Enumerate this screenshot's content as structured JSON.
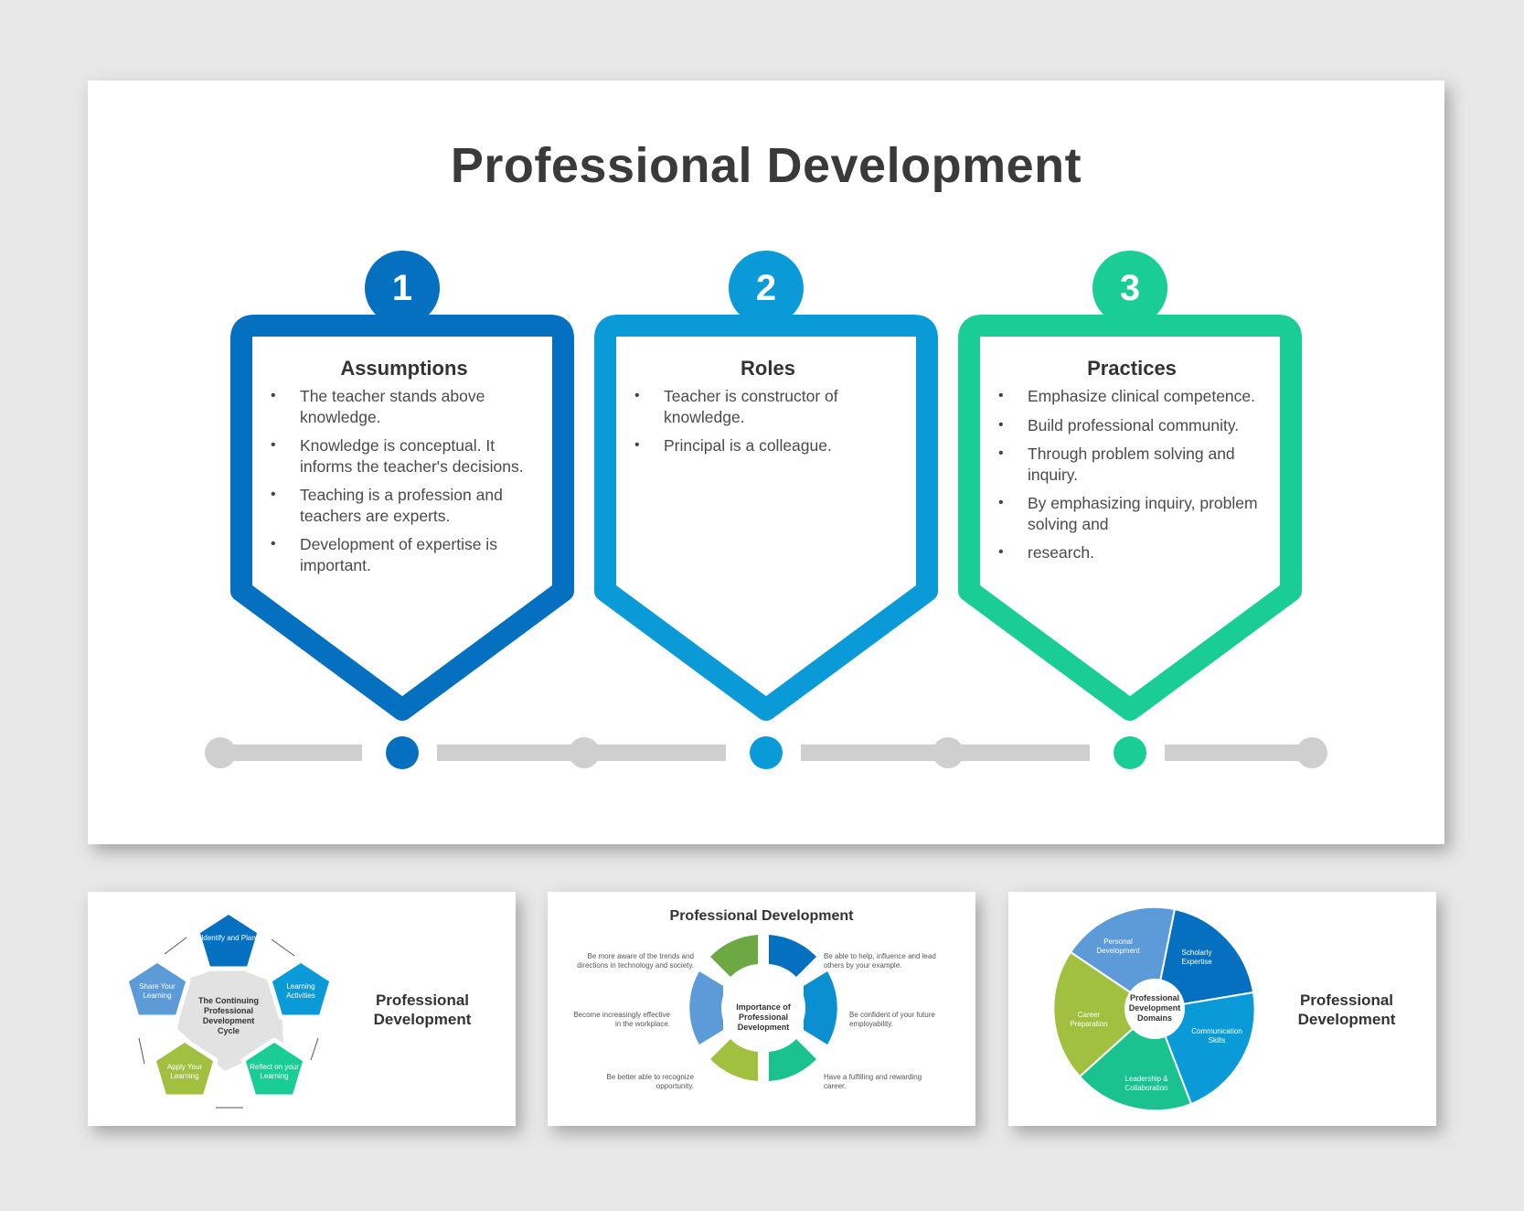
{
  "main": {
    "title": "Professional Development",
    "cards": [
      {
        "number": "1",
        "heading": "Assumptions",
        "color": "#0570c0",
        "bullets": [
          "The teacher stands above knowledge.",
          "Knowledge is conceptual. It informs the teacher's decisions.",
          "Teaching is a profession and teachers are experts.",
          "Development of expertise is important."
        ]
      },
      {
        "number": "2",
        "heading": "Roles",
        "color": "#0a9ad8",
        "bullets": [
          "Teacher is constructor of knowledge.",
          "Principal is a colleague."
        ]
      },
      {
        "number": "3",
        "heading": "Practices",
        "color": "#19cd95",
        "bullets": [
          "Emphasize clinical competence.",
          "Build professional community.",
          "Through problem solving and inquiry.",
          "By emphasizing inquiry, problem solving and",
          "research."
        ]
      }
    ],
    "bullet_glyph": "•",
    "timeline_color": "#cfcfcf"
  },
  "thumb1": {
    "label": "Professional Development",
    "center": "The Continuing Professional Development Cycle",
    "steps": [
      {
        "label": "Identify and Plan",
        "color": "#0570c0"
      },
      {
        "label": "Learning Activities",
        "color": "#0a9ad8"
      },
      {
        "label": "Reflect on your Learning",
        "color": "#19cd95"
      },
      {
        "label": "Apply Your Learning",
        "color": "#a1c040"
      },
      {
        "label": "Share Your Learning",
        "color": "#5d9ad8"
      }
    ]
  },
  "thumb2": {
    "title": "Professional Development",
    "center": "Importance of Professional Development",
    "items": [
      "Be more aware of the trends and directions in technology and society.",
      "Be able to help, influence and lead others by your example.",
      "Become increasingly effective in the workplace.",
      "Be confident of your future employability.",
      "Be better able to recognize opportunity.",
      "Have a fulfilling and rewarding career."
    ]
  },
  "thumb3": {
    "label": "Professional Development",
    "center": "Professional Development Domains",
    "segments": [
      {
        "label": "Personal Development",
        "color": "#5d9ad8"
      },
      {
        "label": "Scholarly Expertise",
        "color": "#0570c0"
      },
      {
        "label": "Communication Skills",
        "color": "#0a9ad8"
      },
      {
        "label": "Leadership & Collaboration",
        "color": "#19c28f"
      },
      {
        "label": "Career Preparation",
        "color": "#a1c040"
      }
    ]
  }
}
